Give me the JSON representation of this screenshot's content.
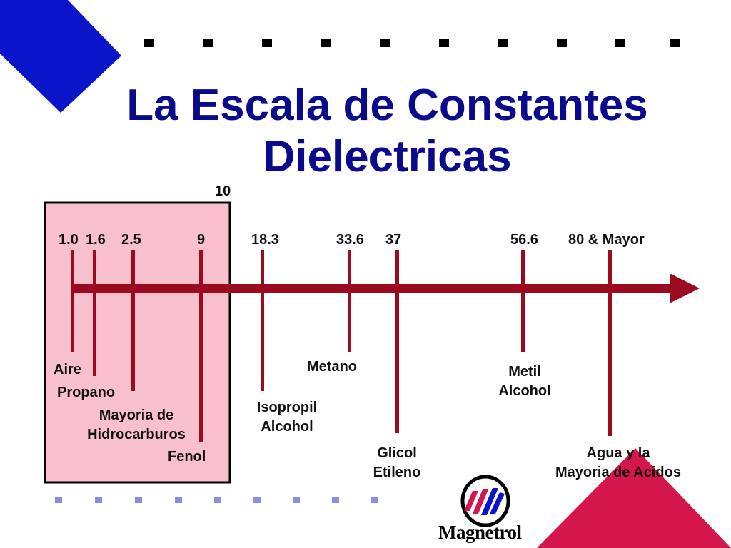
{
  "title_line1": "La Escala de Constantes",
  "title_line2": "Dielectricas",
  "colors": {
    "title": "#0a0a8c",
    "box_fill": "#f8c0cc",
    "axis": "#9b0a1e",
    "corner_blue": "#0a14c8",
    "corner_magenta": "#d4164c",
    "dots_light": "#8c8ce6"
  },
  "highlight": {
    "label": "10"
  },
  "markers": [
    {
      "value_label": "1.0",
      "material": [
        "Aire"
      ]
    },
    {
      "value_label": "1.6",
      "material": [
        "Propano"
      ]
    },
    {
      "value_label": "2.5",
      "material": [
        "Mayoria de",
        "Hidrocarburos"
      ]
    },
    {
      "value_label": "9",
      "material": [
        "Fenol"
      ]
    },
    {
      "value_label": "18.3",
      "material": [
        "Isopropil",
        "Alcohol"
      ]
    },
    {
      "value_label": "33.6",
      "material": [
        "Metano"
      ]
    },
    {
      "value_label": "37",
      "material": [
        "Glicol",
        "Etileno"
      ]
    },
    {
      "value_label": "56.6",
      "material": [
        "Metil",
        "Alcohol"
      ]
    },
    {
      "value_label": "80 & Mayor",
      "material": [
        "Agua y la",
        "Mayoria de Acidos"
      ]
    }
  ],
  "logo": {
    "text": "Magnetrol"
  }
}
